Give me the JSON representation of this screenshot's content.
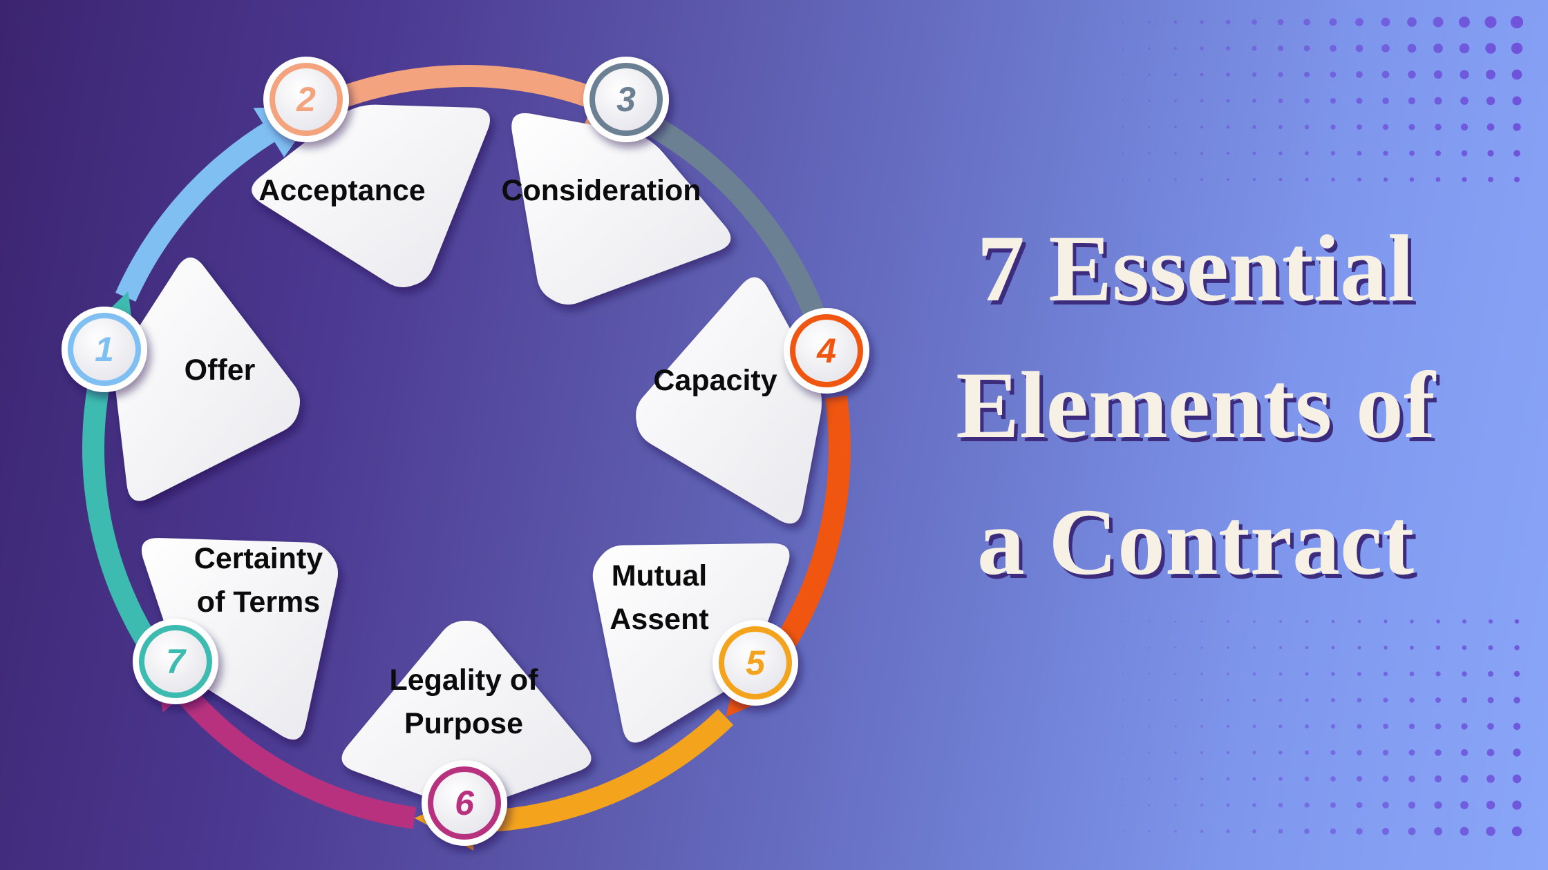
{
  "title": {
    "line1": "7 Essential",
    "line2": "Elements of",
    "line3": "a Contract"
  },
  "steps": [
    {
      "number": "1",
      "line1": "Offer",
      "line2": "",
      "color": "#7fbff2"
    },
    {
      "number": "2",
      "line1": "Acceptance",
      "line2": "",
      "color": "#f3a37d"
    },
    {
      "number": "3",
      "line1": "Consideration",
      "line2": "",
      "color": "#6c8094"
    },
    {
      "number": "4",
      "line1": "Capacity",
      "line2": "",
      "color": "#f0560f"
    },
    {
      "number": "5",
      "line1": "Mutual",
      "line2": "Assent",
      "color": "#f4a31c"
    },
    {
      "number": "6",
      "line1": "Legality of",
      "line2": "Purpose",
      "color": "#b8317f"
    },
    {
      "number": "7",
      "line1": "Certainty",
      "line2": "of Terms",
      "color": "#3dbbb0"
    }
  ]
}
